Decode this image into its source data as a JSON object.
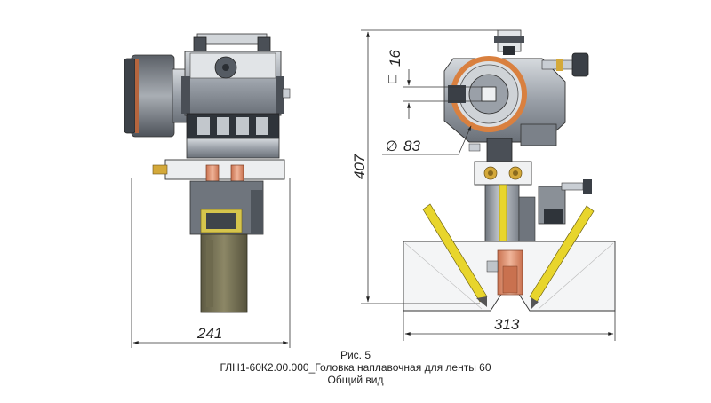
{
  "dimensions": {
    "front_width": "241",
    "side_width": "313",
    "height": "407",
    "square": "16",
    "square_symbol": "□",
    "diameter": "83",
    "diameter_symbol": "∅"
  },
  "caption": {
    "figure": "Рис. 5",
    "title": "ГЛН1-60К2.00.000_Головка наплавочная для ленты 60",
    "subtitle": "Общий вид"
  },
  "colors": {
    "copper": "#d98a6a",
    "yellow": "#e8d52c",
    "steel": "#9aa0a8",
    "dark": "#3a3f46",
    "orange_ring": "#d9803f",
    "brass": "#d4a93a"
  }
}
